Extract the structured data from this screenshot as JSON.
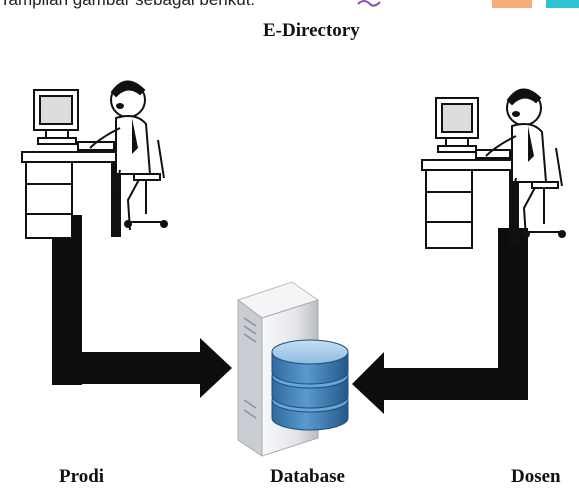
{
  "header": {
    "cropped_text": "Tampilan gambar sebagai berikut:",
    "title": "E-Directory"
  },
  "labels": {
    "left": "Prodi",
    "center": "Database",
    "right": "Dosen"
  },
  "colors": {
    "arrow": "#0d0d0d",
    "db_blue": "#3f7fb4",
    "db_top": "#9fc8e8",
    "server": "#e4e6ea",
    "swatch_orange": "#f6ad7b",
    "swatch_teal": "#2ec4cf"
  },
  "icons": {
    "left_figure": "user-at-computer-icon",
    "right_figure": "user-at-computer-icon",
    "server": "server-tower-icon",
    "database": "database-cylinder-icon"
  }
}
